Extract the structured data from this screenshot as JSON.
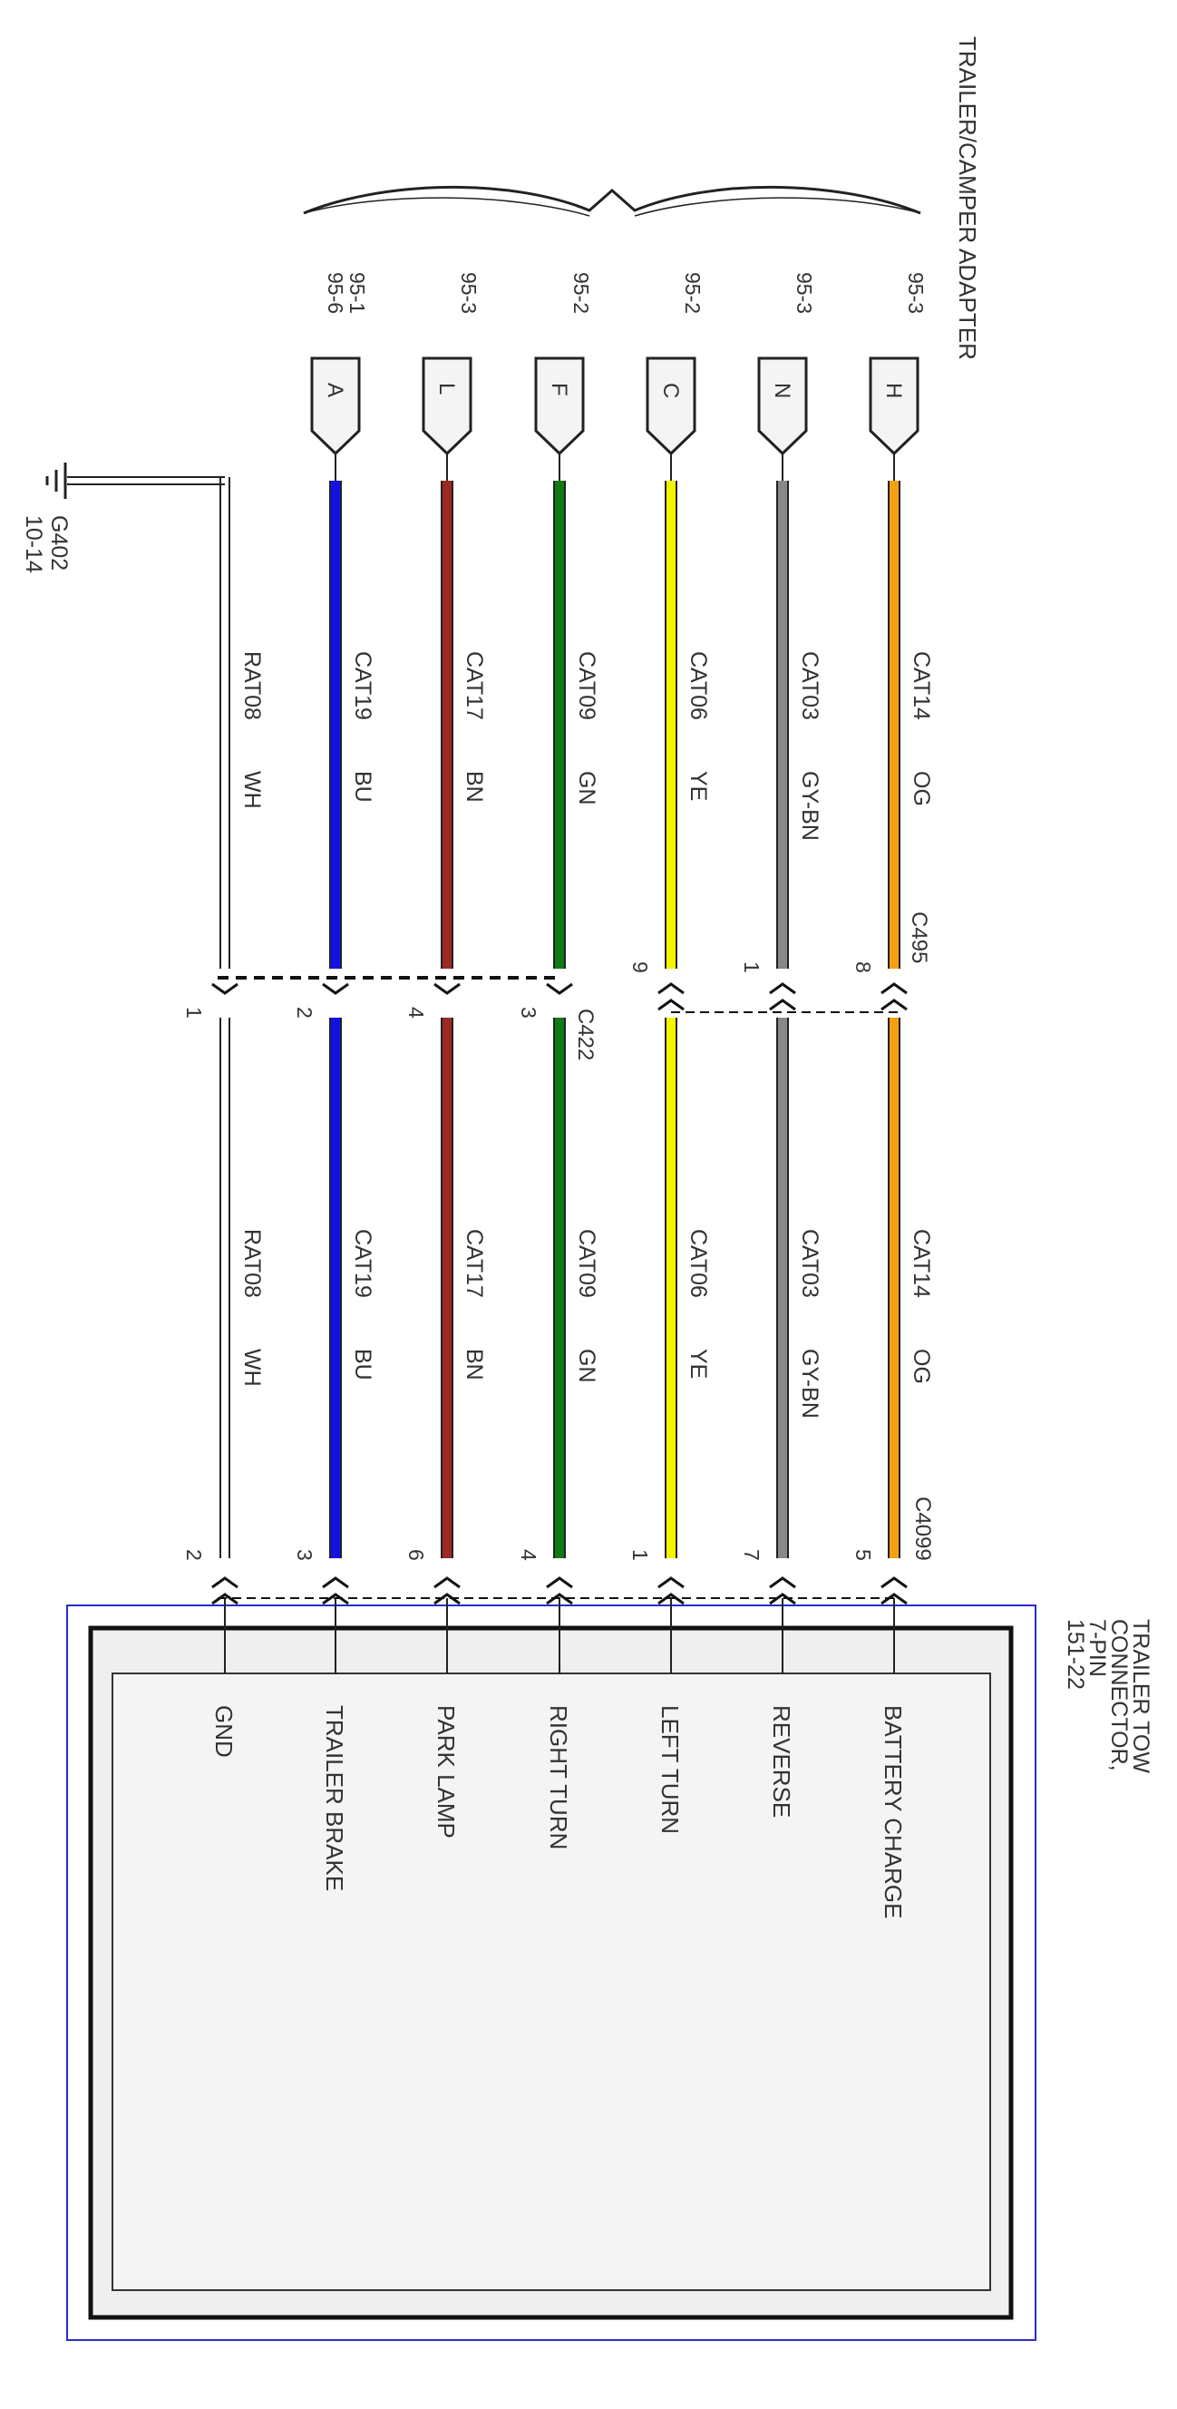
{
  "adapter": {
    "title": "TRAILER/CAMPER ADAPTER"
  },
  "ground": {
    "name": "G402",
    "ref": "10-14"
  },
  "connectors": {
    "c495": "C495",
    "c422": "C422",
    "c4099": "C4099"
  },
  "trailer_connector": {
    "line1": "TRAILER TOW",
    "line2": "CONNECTOR,",
    "line3": "7-PIN",
    "line4": "151-22"
  },
  "circuits": [
    {
      "pin": "H",
      "ref": "95-3",
      "ref2": "",
      "circuit": "CAT14",
      "code": "OG",
      "upper_pin": "8",
      "lower_pin": "5",
      "function": "BATTERY CHARGE",
      "color": "#f5a011"
    },
    {
      "pin": "N",
      "ref": "95-3",
      "ref2": "",
      "circuit": "CAT03",
      "code": "GY-BN",
      "upper_pin": "1",
      "lower_pin": "7",
      "function": "REVERSE",
      "color": "#888888"
    },
    {
      "pin": "C",
      "ref": "95-2",
      "ref2": "",
      "circuit": "CAT06",
      "code": "YE",
      "upper_pin": "9",
      "lower_pin": "1",
      "function": "LEFT TURN",
      "color": "#f4f400"
    },
    {
      "pin": "F",
      "ref": "95-2",
      "ref2": "",
      "circuit": "CAT09",
      "code": "GN",
      "upper_pin": "3",
      "lower_pin": "4",
      "function": "RIGHT TURN",
      "color": "#127a12"
    },
    {
      "pin": "L",
      "ref": "95-3",
      "ref2": "",
      "circuit": "CAT17",
      "code": "BN",
      "upper_pin": "4",
      "lower_pin": "6",
      "function": "PARK LAMP",
      "color": "#9b2a22"
    },
    {
      "pin": "A",
      "ref": "95-1",
      "ref2": "95-6",
      "circuit": "CAT19",
      "code": "BU",
      "upper_pin": "2",
      "lower_pin": "3",
      "function": "TRAILER BRAKE",
      "color": "#1212e6"
    },
    {
      "pin": "",
      "ref": "",
      "ref2": "",
      "circuit": "RAT08",
      "code": "WH",
      "upper_pin": "1",
      "lower_pin": "2",
      "function": "GND",
      "color": "#ffffff"
    }
  ]
}
